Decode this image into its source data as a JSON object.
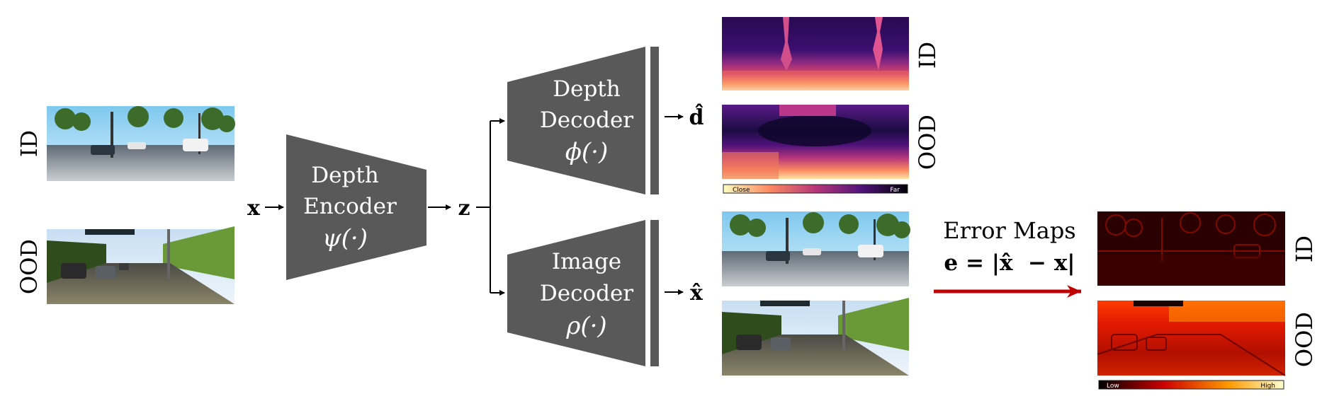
{
  "inputs": {
    "id_label": "ID",
    "ood_label": "OOD",
    "x_symbol": "x"
  },
  "encoder": {
    "line1": "Depth",
    "line2": "Encoder",
    "func": "ψ(·)"
  },
  "latent": {
    "z_symbol": "z"
  },
  "depth_decoder": {
    "line1": "Depth",
    "line2": "Decoder",
    "func": "ϕ(·)",
    "output_symbol": "d̂"
  },
  "image_decoder": {
    "line1": "Image",
    "line2": "Decoder",
    "func": "ρ(·)",
    "output_symbol": "x̂"
  },
  "depth_outputs": {
    "id_label": "ID",
    "ood_label": "OOD",
    "colorbar_low": "Close",
    "colorbar_high": "Far"
  },
  "error_maps": {
    "title": "Error Maps",
    "formula": "e = |x̂  − x|",
    "id_label": "ID",
    "ood_label": "OOD",
    "colorbar_low": "Low",
    "colorbar_high": "High"
  },
  "colors": {
    "block_fill": "#595959",
    "arrow_red": "#c00000",
    "text": "#000000"
  }
}
